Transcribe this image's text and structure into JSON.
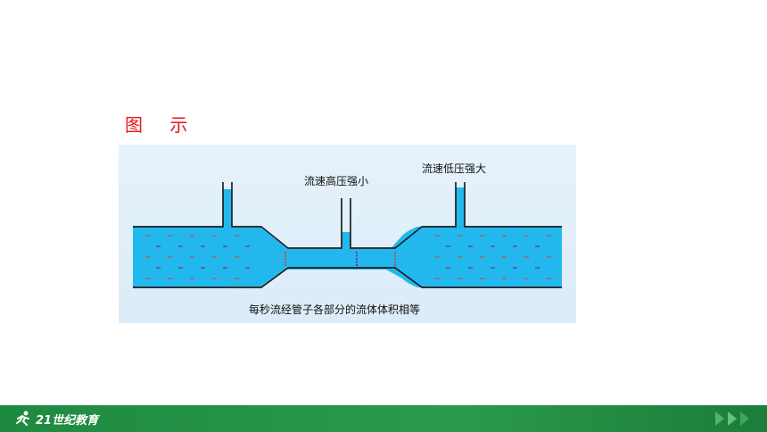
{
  "slide": {
    "title": "图 示"
  },
  "figure": {
    "label_narrow": "流速高压强小",
    "label_wide": "流速低压强大",
    "caption": "每秒流经管子各部分的流体体积相等",
    "colors": {
      "water": "#22b8ee",
      "pipe_wall": "#1a1a1a",
      "background": "#e2eff9"
    }
  },
  "footer": {
    "brand_text": "21世纪教育",
    "logo_icon": "runner-icon",
    "decor_icon": "double-chevron-icon"
  }
}
